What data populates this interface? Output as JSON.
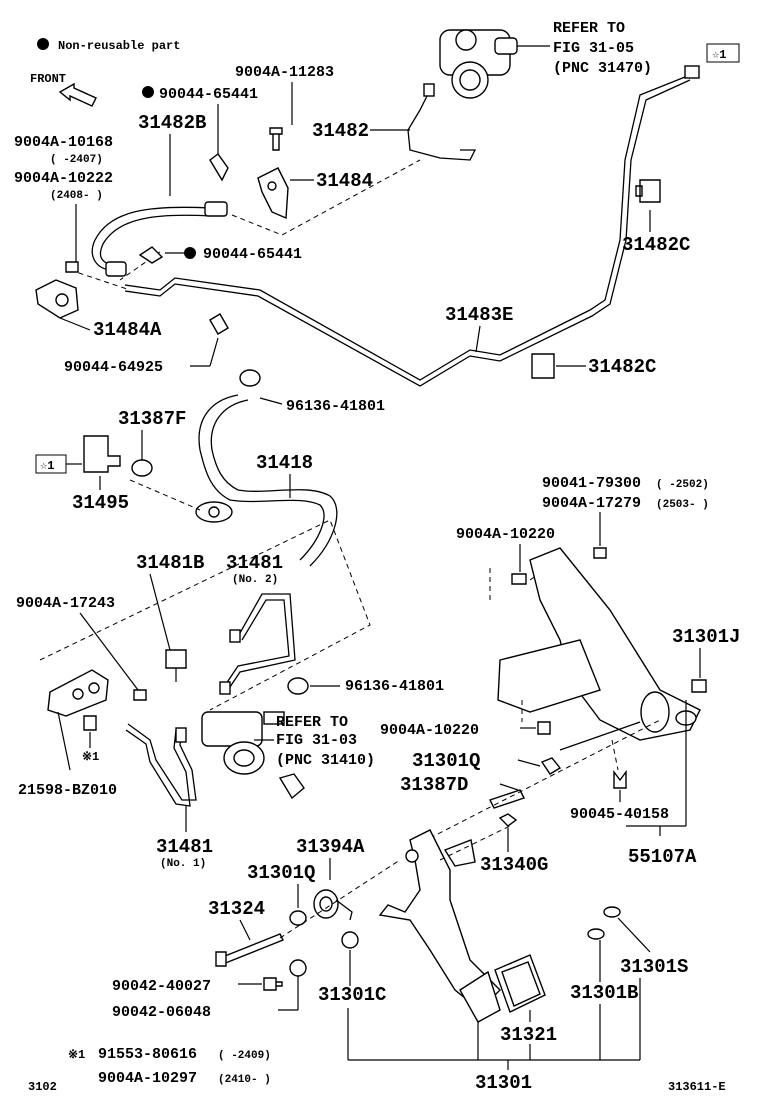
{
  "legend": {
    "non_reusable": "Non-reusable part",
    "front": "FRONT"
  },
  "refer_top": {
    "line1": "REFER TO",
    "line2": "FIG 31-05",
    "line3": "(PNC 31470)"
  },
  "refer_mid": {
    "line1": "REFER TO",
    "line2": "FIG 31-03",
    "line3": "(PNC 31410)"
  },
  "star_mark": "☆1",
  "labels": {
    "p9004A_11283": "9004A-11283",
    "p90044_65441_a": "90044-65441",
    "p31482B": "31482B",
    "p9004A_10168": "9004A-10168",
    "p9004A_10168_range": "( -2407)",
    "p9004A_10222": "9004A-10222",
    "p9004A_10222_range": "(2408- )",
    "p31482": "31482",
    "p31484": "31484",
    "p90044_65441_b": "90044-65441",
    "p31484A": "31484A",
    "p31483E": "31483E",
    "p31482C_a": "31482C",
    "p31482C_b": "31482C",
    "p90044_64925": "90044-64925",
    "p96136_41801_a": "96136-41801",
    "p31387F": "31387F",
    "p31418": "31418",
    "p31495": "31495",
    "p90041_79300": "90041-79300",
    "p90041_79300_range": "( -2502)",
    "p9004A_17279": "9004A-17279",
    "p9004A_17279_range": "(2503- )",
    "p9004A_10220_a": "9004A-10220",
    "p31481B": "31481B",
    "p31481_no2": "31481",
    "p31481_no2_sub": "(No. 2)",
    "p9004A_17243": "9004A-17243",
    "p96136_41801_b": "96136-41801",
    "p31301J": "31301J",
    "p9004A_10220_b": "9004A-10220",
    "p31301Q_a": "31301Q",
    "p31387D": "31387D",
    "p21598_BZ010": "21598-BZ010",
    "note1": "※1",
    "p90045_40158": "90045-40158",
    "p31481_no1": "31481",
    "p31481_no1_sub": "(No. 1)",
    "p31394A": "31394A",
    "p31340G": "31340G",
    "p55107A": "55107A",
    "p31301Q_b": "31301Q",
    "p31324": "31324",
    "p31301S": "31301S",
    "p90042_40027": "90042-40027",
    "p31301C": "31301C",
    "p31301B": "31301B",
    "p90042_06048": "90042-06048",
    "p31321": "31321",
    "p31301": "31301"
  },
  "footnote": {
    "mark": "※1",
    "line1_part": "91553-80616",
    "line1_range": "( -2409)",
    "line2_part": "9004A-10297",
    "line2_range": "(2410- )"
  },
  "footer": {
    "left": "3102",
    "right": "313611-E"
  }
}
